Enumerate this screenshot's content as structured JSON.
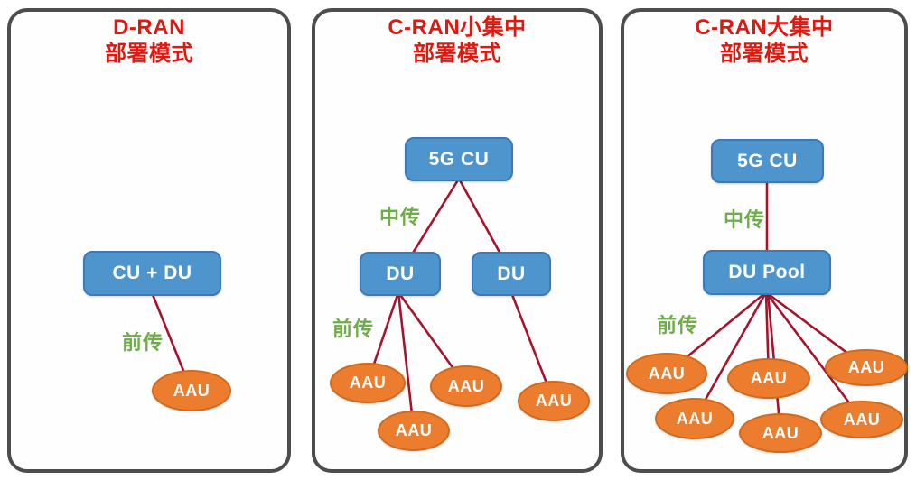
{
  "colors": {
    "panel_border": "#4d4d4d",
    "title_red": "#e4170e",
    "label_green": "#6fad49",
    "node_blue_fill": "#4e95ce",
    "node_blue_border": "#3d7ab3",
    "aau_orange_fill": "#ec7d2e",
    "aau_orange_border": "#cf6a1e",
    "edge_dark_red": "#a8132b",
    "node_text_white": "#ffffff"
  },
  "panels": [
    {
      "title_line1": "D-RAN",
      "title_line2": "部署模式",
      "fronthaul_label": "前传",
      "nodes": {
        "cu_du": "CU + DU",
        "aau1": "AAU"
      },
      "edges": [
        [
          "cu_du",
          "aau1"
        ]
      ]
    },
    {
      "title_line1": "C-RAN小集中",
      "title_line2": "部署模式",
      "midhaul_label": "中传",
      "fronthaul_label": "前传",
      "nodes": {
        "cu": "5G CU",
        "du1": "DU",
        "du2": "DU",
        "aau1": "AAU",
        "aau2": "AAU",
        "aau3": "AAU",
        "aau4": "AAU"
      },
      "edges": [
        [
          "cu",
          "du1"
        ],
        [
          "cu",
          "du2"
        ],
        [
          "du1",
          "aau1"
        ],
        [
          "du1",
          "aau2"
        ],
        [
          "du1",
          "aau3"
        ],
        [
          "du2",
          "aau4"
        ]
      ]
    },
    {
      "title_line1": "C-RAN大集中",
      "title_line2": "部署模式",
      "midhaul_label": "中传",
      "fronthaul_label": "前传",
      "nodes": {
        "cu": "5G CU",
        "du_pool": "DU Pool",
        "aau1": "AAU",
        "aau2": "AAU",
        "aau3": "AAU",
        "aau4": "AAU",
        "aau5": "AAU",
        "aau6": "AAU"
      },
      "edges": [
        [
          "cu",
          "du_pool"
        ],
        [
          "du_pool",
          "aau1"
        ],
        [
          "du_pool",
          "aau2"
        ],
        [
          "du_pool",
          "aau3"
        ],
        [
          "du_pool",
          "aau4"
        ],
        [
          "du_pool",
          "aau5"
        ],
        [
          "du_pool",
          "aau6"
        ]
      ]
    }
  ]
}
